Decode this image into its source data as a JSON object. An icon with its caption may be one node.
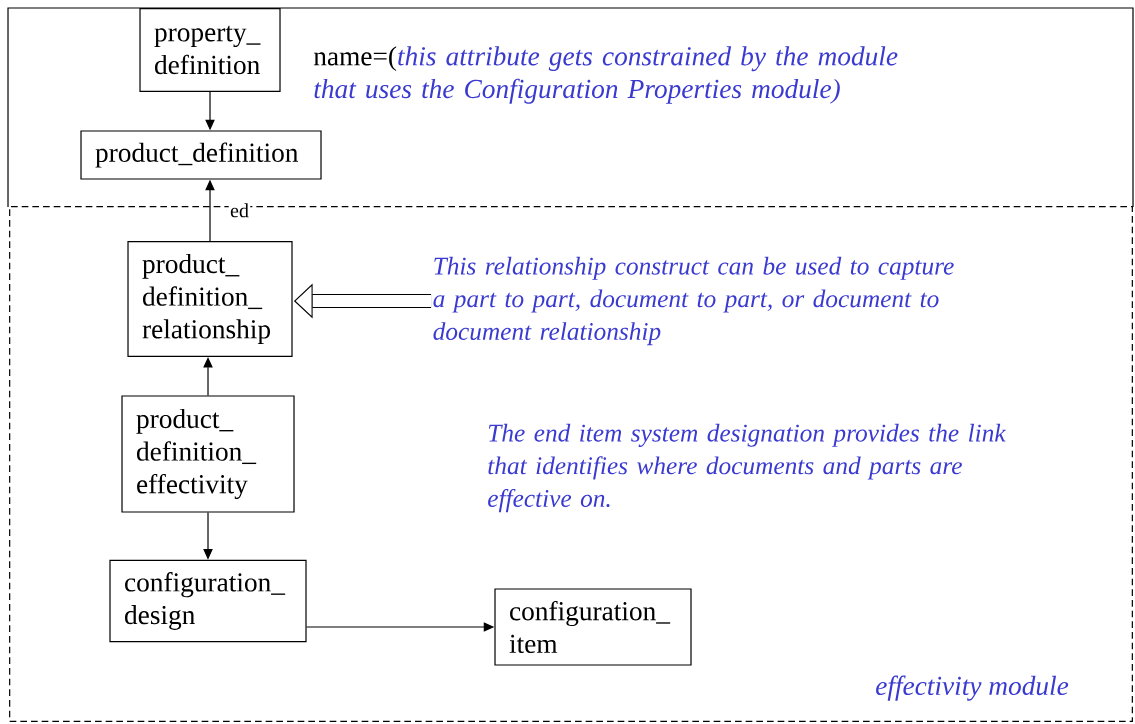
{
  "diagram": {
    "nodes": [
      {
        "text": [
          "property_ definition"
        ]
      },
      {
        "text": [
          "product_definition"
        ]
      },
      {
        "text": [
          "effectivity module"
        ]
      },
      {
        "text": [
          "product_ definition_ relationship"
        ],
        "in": 2
      },
      {
        "text": [
          "product_ definition_ effectivity"
        ],
        "in": 2
      },
      {
        "text": [
          "configuration_ design"
        ],
        "in": 2
      },
      {
        "text": [
          "configuration_ item"
        ],
        "in": 2
      },
      {
        "text": [
          "This relationship construct can be used to capture a part to part, document to part, or document to document relationship"
        ],
        "in": 2
      }
    ],
    "edges": [
      {
        "from": 0,
        "to": 1,
        "arrow": "to"
      },
      {
        "from": 3,
        "to": 1,
        "arrow": "to",
        "label": "ed"
      },
      {
        "from": 4,
        "to": 3,
        "arrow": "to"
      },
      {
        "from": 4,
        "to": 5,
        "arrow": "to"
      },
      {
        "from": 5,
        "to": 6,
        "arrow": "to"
      },
      {
        "from": 7,
        "to": 3,
        "arrow": "to",
        "style": "thick"
      }
    ],
    "labels": [
      "name=(*this attribute gets constrained by the module that uses the Configuration Properties module)*",
      "The end item system designation provides the link that identifies where documents and parts are effective on."
    ]
  }
}
